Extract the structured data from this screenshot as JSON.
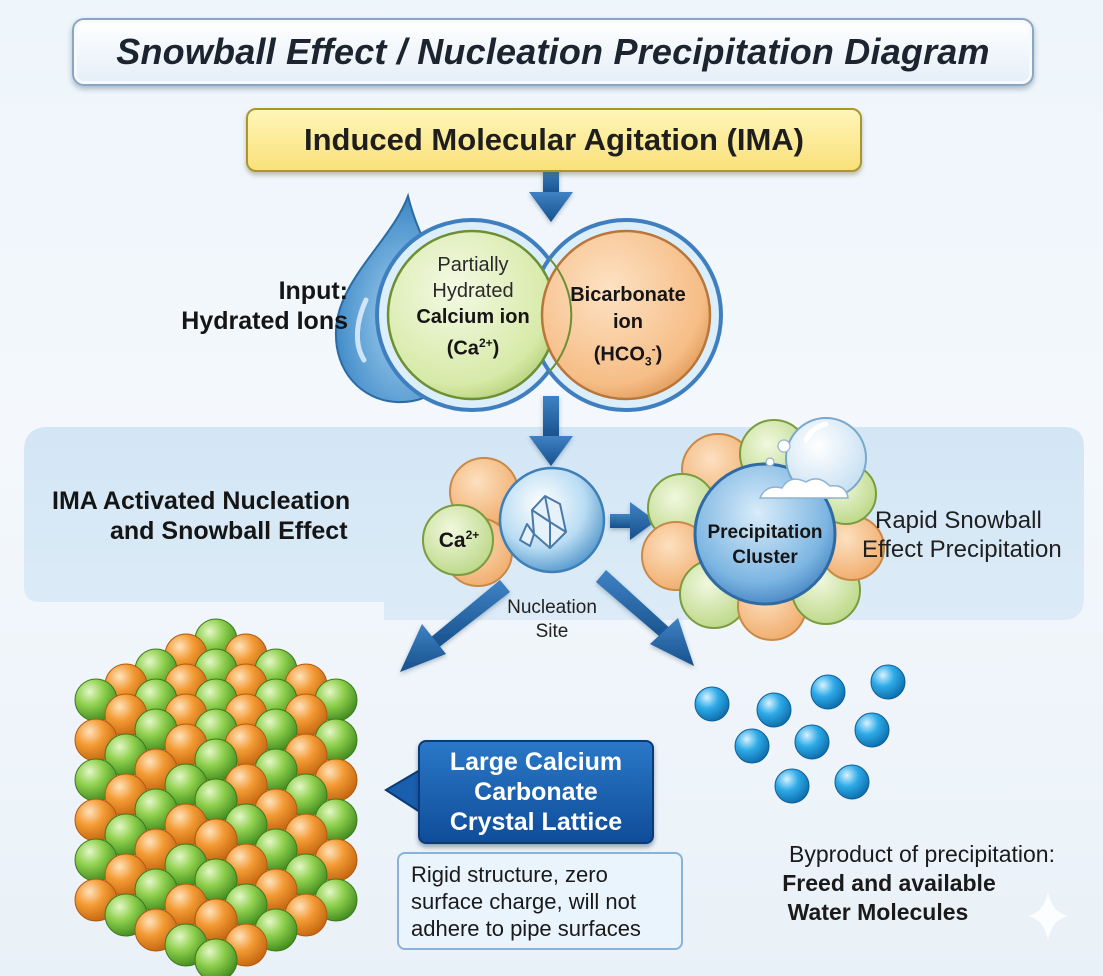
{
  "title": "Snowball Effect / Nucleation Precipitation Diagram",
  "ima_label": "Induced Molecular Agitation (IMA)",
  "input_label": {
    "line1": "Input:",
    "line2": "Hydrated Ions"
  },
  "calcium_ion": {
    "line1": "Partially",
    "line2": "Hydrated",
    "line3": "Calcium ion",
    "formula": "(Ca",
    "charge": "2+",
    "close": ")"
  },
  "bicarbonate_ion": {
    "line1": "Bicarbonate",
    "line2": "ion",
    "formula_open": "(HCO",
    "subscript": "3",
    "charge": "-",
    "close": ")"
  },
  "nucleation_stage": {
    "line1": "IMA Activated Nucleation",
    "line2": "and Snowball Effect"
  },
  "ca_small": {
    "text": "Ca",
    "charge": "2+"
  },
  "nucleation_site": {
    "line1": "Nucleation",
    "line2": "Site"
  },
  "precipitation_cluster": {
    "line1": "Precipitation",
    "line2": "Cluster"
  },
  "rapid_label": {
    "line1": "Rapid Snowball",
    "line2": "Effect Precipitation"
  },
  "crystal_label": {
    "line1": "Large Calcium",
    "line2": "Carbonate",
    "line3": "Crystal Lattice"
  },
  "crystal_note": {
    "line1": "Rigid structure, zero",
    "line2": "surface charge, will not",
    "line3": "adhere to pipe surfaces"
  },
  "byproduct": {
    "line1": "Byproduct of precipitation:",
    "line2": "Freed and available",
    "line3": "Water Molecules"
  },
  "colors": {
    "calcium_green": "#c9e29a",
    "bicarbonate_orange": "#f6bd86",
    "arrow_blue": "#1f5d99",
    "water_blue": "#1d9be0",
    "lattice_green": "#6cb83a",
    "lattice_orange": "#f08a1e"
  }
}
